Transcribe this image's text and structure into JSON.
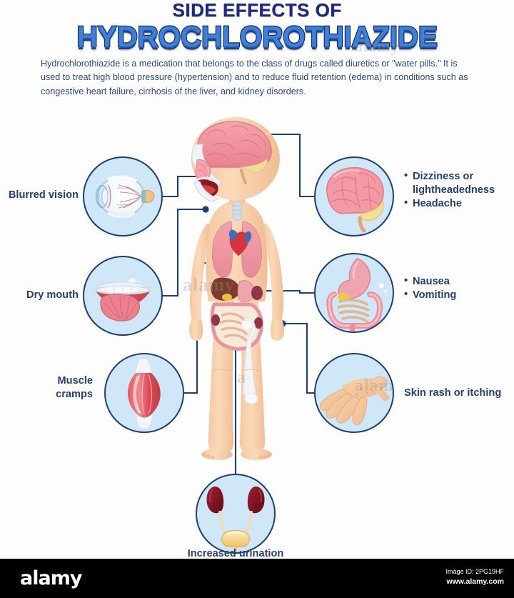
{
  "header": {
    "kicker": "SIDE EFFECTS OF",
    "title": "HYDROCHLOROTHIAZIDE",
    "intro": "Hydrochlorothiazide is a medication that belongs to the class of drugs called diuretics or \"water pills.\" It is used to treat high blood pressure (hypertension) and to reduce fluid retention (edema) in conditions such as congestive heart failure, cirrhosis of the liver, and kidney disorders."
  },
  "colors": {
    "title_fill": "#3f7fd6",
    "title_outline": "#10246b",
    "kicker": "#1f2a7a",
    "body_text": "#2c4a78",
    "label_text": "#26416d",
    "circle_fill": "#cfe7f7",
    "circle_stroke": "#1d3f77",
    "connector": "#1d3f77",
    "footer_bg": "#000000"
  },
  "callouts": {
    "left": [
      {
        "id": "blurred-vision",
        "icon": "eye-anatomy-icon",
        "label": "Blurred vision"
      },
      {
        "id": "dry-mouth",
        "icon": "mouth-tongue-icon",
        "label": "Dry mouth"
      },
      {
        "id": "muscle-cramps",
        "icon": "muscle-icon",
        "label_line1": "Muscle",
        "label_line2": "cramps"
      }
    ],
    "right": [
      {
        "id": "dizziness-headache",
        "icon": "brain-icon",
        "bullets": [
          "Dizziness or lightheadedness",
          "Headache"
        ]
      },
      {
        "id": "nausea-vomiting",
        "icon": "stomach-intestine-icon",
        "bullets": [
          "Nausea",
          "Vomiting"
        ]
      },
      {
        "id": "skin-rash",
        "icon": "hand-icon",
        "label": "Skin rash or itching"
      }
    ],
    "bottom": [
      {
        "id": "increased-urination",
        "icon": "kidney-bladder-icon",
        "label": "Increased urination"
      }
    ]
  },
  "watermarks": {
    "w1": "alamy",
    "w2": "alamy",
    "w3": "a",
    "w4": "alam"
  },
  "footer": {
    "logo": "alamy",
    "image_id": "Image ID: 2PG19HF",
    "url": "www.alamy.com"
  }
}
